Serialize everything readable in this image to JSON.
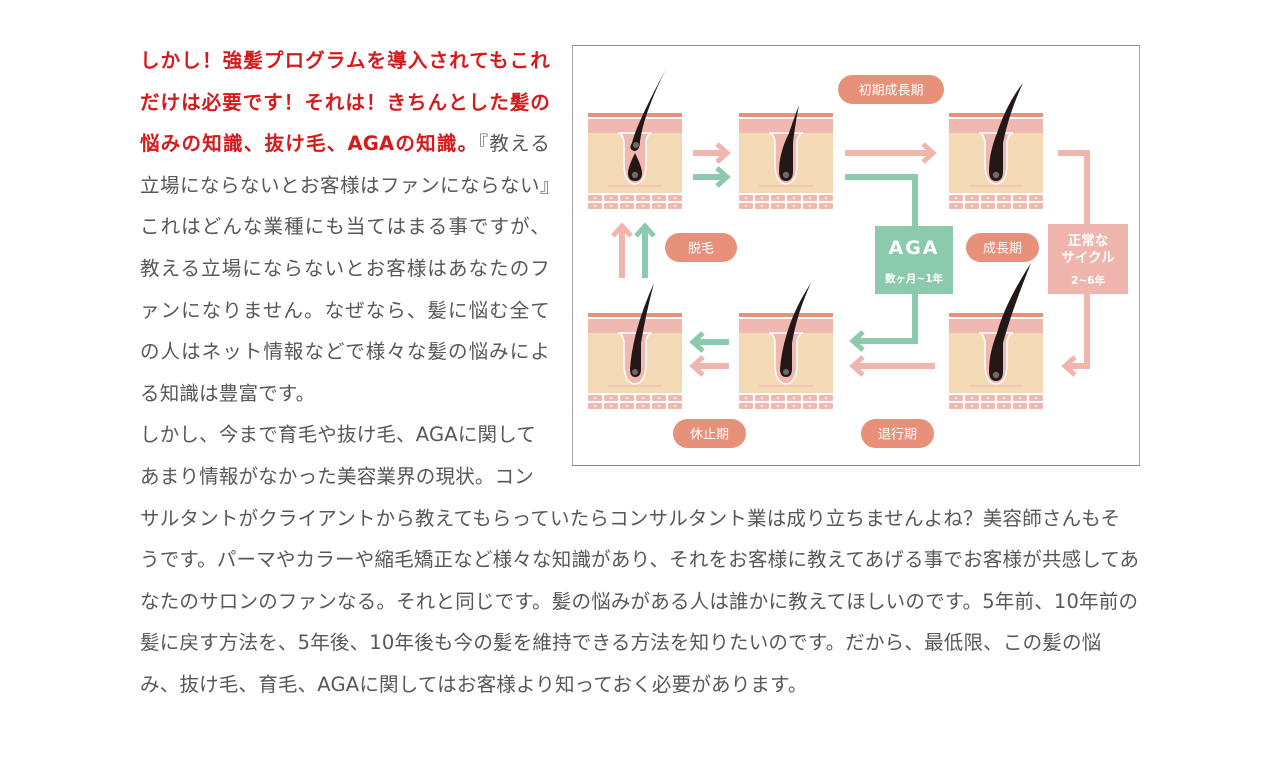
{
  "article": {
    "highlight": "しかし！強髪プログラムを導入されてもこれだけは必要です！それは！きちんとした髪の悩みの知識、抜け毛、AGAの知識。",
    "paragraph1_rest": "『教える立場にならないとお客様はファンにならない』これはどんな業種にも当てはまる事ですが、教える立場にならないとお客様はあなたのファンになりません。なぜなら、髪に悩む全ての人はネット情報などで様々な髪の悩みによる知識は豊富です。",
    "paragraph2": "しかし、今まで育毛や抜け毛、AGAに関してあまり情報がなかった美容業界の現状。コンサルタントがクライアントから教えてもらっていたらコンサルタント業は成り立ちませんよね？美容師さんもそうです。パーマやカラーや縮毛矯正など様々な知識があり、それをお客様に教えてあげる事でお客様が共感してあなたのサロンのファンなる。それと同じです。髪の悩みがある人は誰かに教えてほしいのです。5年前、10年前の髪に戻す方法を、5年後、10年後も今の髪を維持できる方法を知りたいのです。だから、最低限、この髪の悩み、抜け毛、育毛、AGAに関してはお客様より知っておく必要があります。"
  },
  "diagram": {
    "labels": {
      "early_growth": "初期成長期",
      "shedding": "脱毛",
      "growth": "成長期",
      "resting": "休止期",
      "regression": "退行期"
    },
    "aga_box": {
      "title": "AGA",
      "duration": "数ヶ月~1年"
    },
    "normal_box": {
      "title_line1": "正常な",
      "title_line2": "サイクル",
      "duration": "2~6年"
    },
    "colors": {
      "label_pill": "#e8917a",
      "aga_green": "#8ccaae",
      "normal_pink": "#f0b6ae",
      "skin_top": "#e8917a",
      "skin_epidermis": "#f0b8b0",
      "skin_dermis": "#f4d9b5",
      "hair": "#231815",
      "highlight_text": "#d7191b",
      "body_text": "#595757"
    }
  }
}
